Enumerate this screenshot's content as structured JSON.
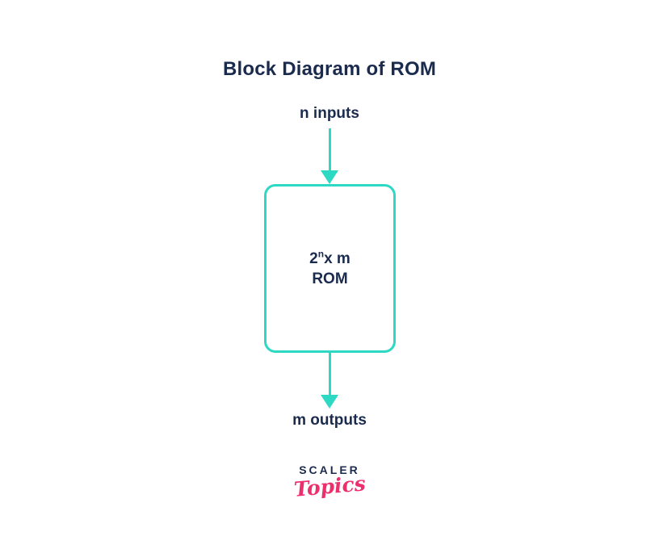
{
  "title": "Block Diagram of ROM",
  "diagram": {
    "input_label": "n inputs",
    "output_label": "m outputs",
    "rom_block": {
      "size_base": "2",
      "size_exponent": "n",
      "size_rest": "x m",
      "name": "ROM"
    }
  },
  "branding": {
    "brand_top": "SCALER",
    "brand_bottom": "Topics"
  },
  "colors": {
    "accent_teal": "#2ed9c3",
    "text_navy": "#1b2b4e",
    "brand_pink": "#ed2f6e",
    "background": "#ffffff"
  }
}
